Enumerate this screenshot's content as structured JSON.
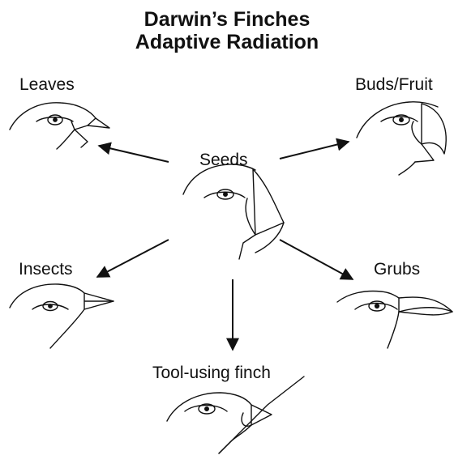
{
  "title": {
    "line1": "Darwin’s Finches",
    "line2": "Adaptive Radiation"
  },
  "center": {
    "label": "Seeds"
  },
  "branches": {
    "leaves": "Leaves",
    "buds_fruit": "Buds/Fruit",
    "insects": "Insects",
    "grubs": "Grubs",
    "tool": "Tool-using finch"
  }
}
